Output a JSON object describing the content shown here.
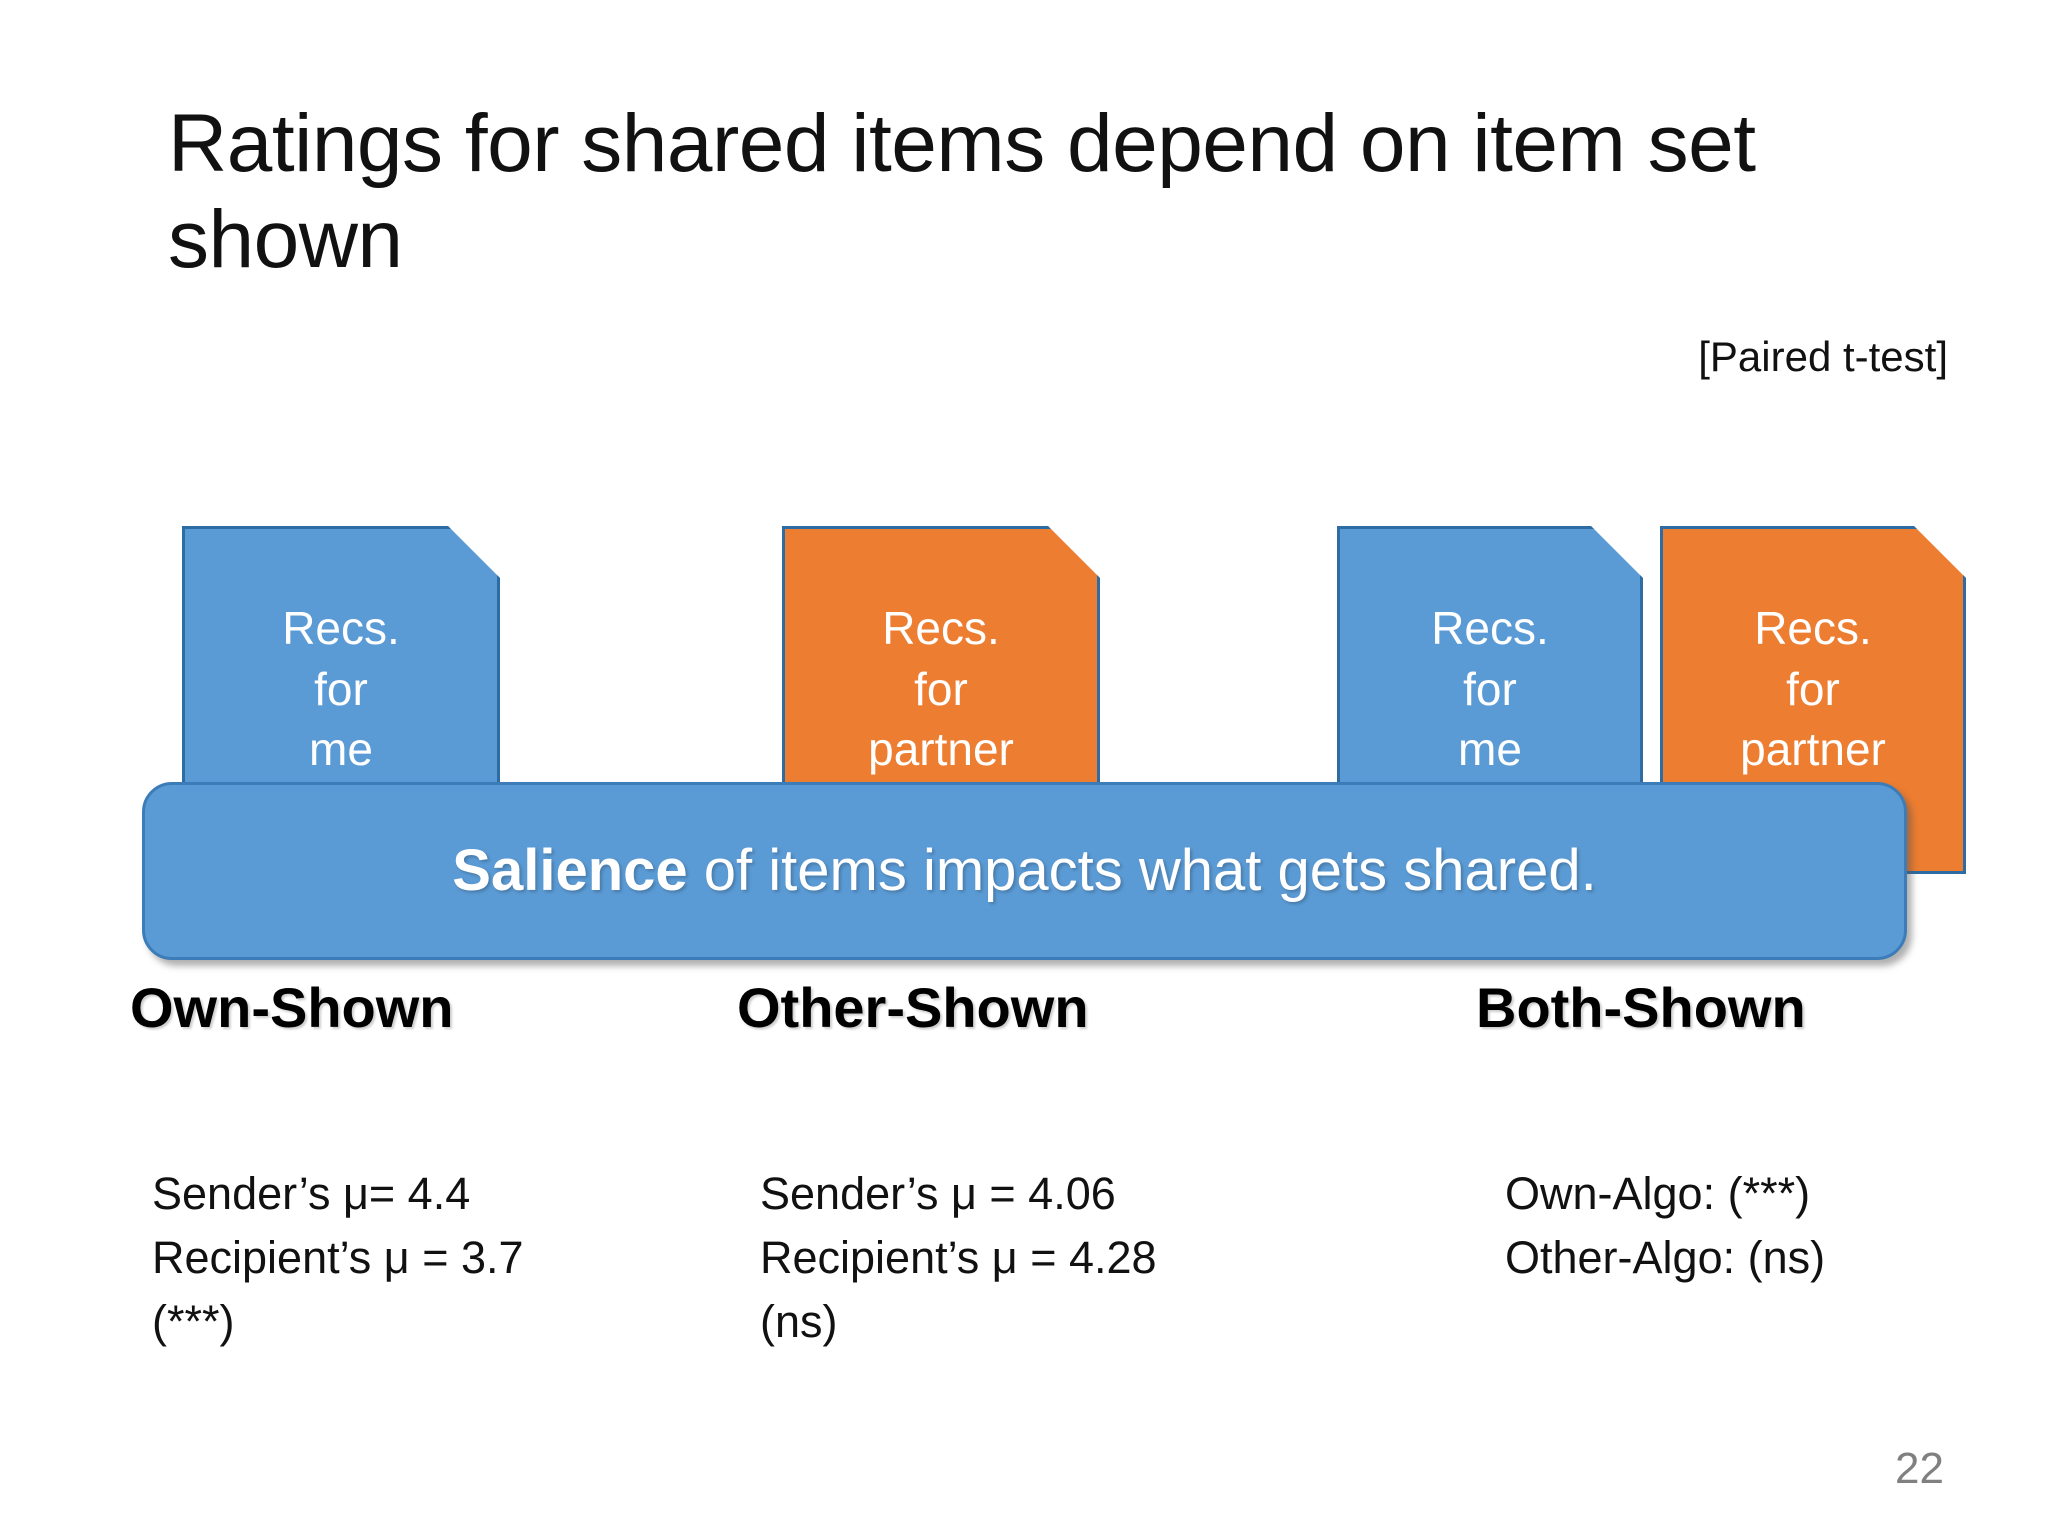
{
  "slide": {
    "title": "Ratings for shared items depend on item set shown",
    "test_note": "[Paired t-test]",
    "page_number": "22",
    "colors": {
      "blue": "#5B9BD5",
      "orange": "#ED7D31",
      "blue_outline": "#2E6CA4",
      "page_number": "#808080"
    }
  },
  "banner": {
    "emphasis": "Salience",
    "rest": " of items impacts what gets shared."
  },
  "documents": [
    {
      "line1": "Recs.",
      "line2": "for",
      "line3": "me",
      "color": "blue"
    },
    {
      "line1": "Recs.",
      "line2": "for",
      "line3": "partner",
      "color": "orange"
    },
    {
      "line1": "Recs.",
      "line2": "for",
      "line3": "me",
      "color": "blue"
    },
    {
      "line1": "Recs.",
      "line2": "for",
      "line3": "partner",
      "color": "orange"
    }
  ],
  "conditions": [
    {
      "label": "Own-Shown"
    },
    {
      "label": "Other-Shown"
    },
    {
      "label": "Both-Shown"
    }
  ],
  "stats": [
    {
      "line1": "Sender’s μ= 4.4",
      "line2": "Recipient’s μ = 3.7",
      "line3": "(***)"
    },
    {
      "line1": "Sender’s μ = 4.06",
      "line2": "Recipient’s μ = 4.28",
      "line3": "(ns)"
    },
    {
      "line1": "Own-Algo: (***)",
      "line2": "Other-Algo: (ns)",
      "line3": ""
    }
  ]
}
